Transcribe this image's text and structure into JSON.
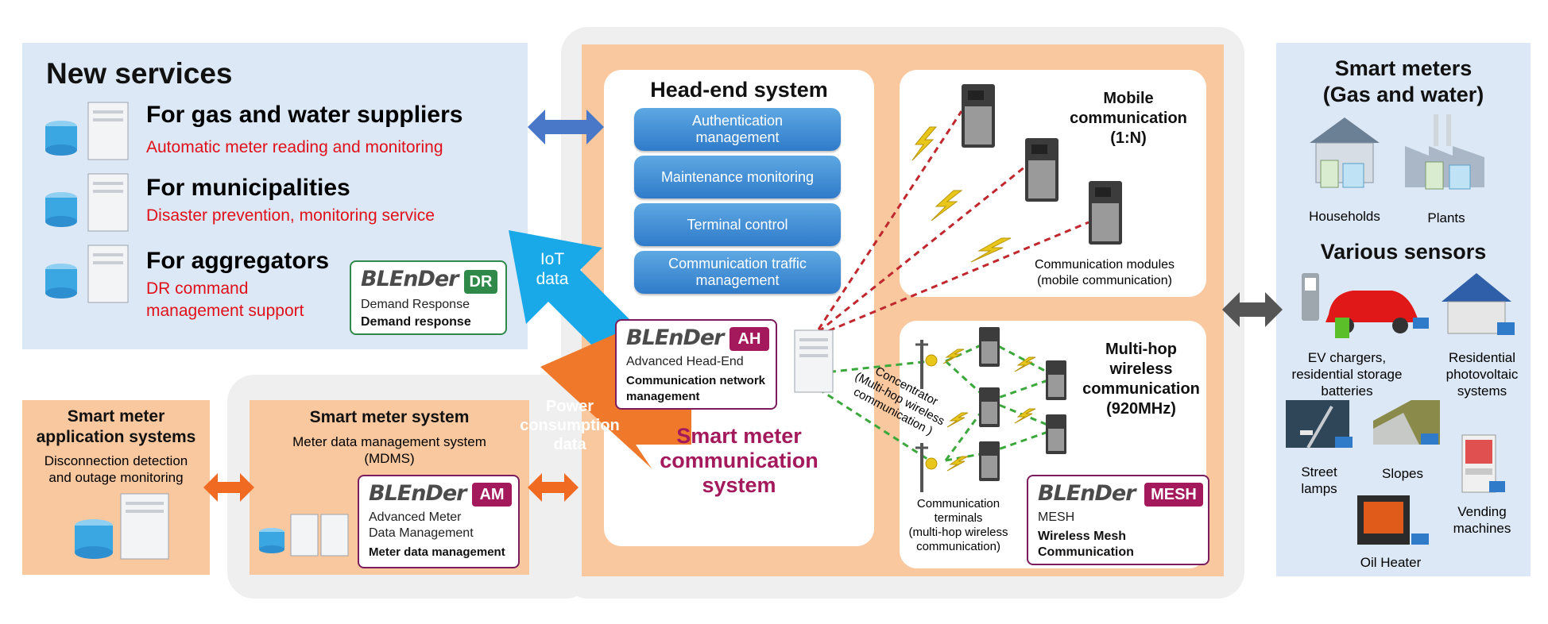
{
  "new_services": {
    "title": "New services",
    "items": [
      {
        "title": "For gas and water suppliers",
        "subtitle": "Automatic meter reading and monitoring"
      },
      {
        "title": "For municipalities",
        "subtitle": "Disaster prevention, monitoring service"
      },
      {
        "title": "For aggregators",
        "subtitle_line1": "DR command",
        "subtitle_line2": "management support"
      }
    ]
  },
  "blender": {
    "logo": "BLEnDer",
    "dr": {
      "tag": "DR",
      "line1": "Demand Response",
      "line2": "Demand response"
    },
    "ah": {
      "tag": "AH",
      "line1": "Advanced Head-End",
      "line2": "Communication network",
      "line3": "management"
    },
    "am": {
      "tag": "AM",
      "line1": "Advanced Meter",
      "line2": "Data Management",
      "line3": "Meter data management"
    },
    "mesh": {
      "tag": "MESH",
      "line1": "MESH",
      "line2": "Wireless Mesh",
      "line3": "Communication"
    }
  },
  "head_end": {
    "title": "Head-end system",
    "buttons": [
      {
        "line1": "Authentication",
        "line2": "management"
      },
      {
        "line1": "Maintenance monitoring",
        "line2": ""
      },
      {
        "line1": "Terminal control",
        "line2": ""
      },
      {
        "line1": "Communication traffic",
        "line2": "management"
      }
    ]
  },
  "iot": {
    "line1": "IoT",
    "line2": "data"
  },
  "power": {
    "line1": "Power",
    "line2": "consumption",
    "line3": "data"
  },
  "smc_system": {
    "line1": "Smart meter",
    "line2": "communication",
    "line3": "system"
  },
  "mobile": {
    "title_line1": "Mobile",
    "title_line2": "communication",
    "title_line3": "(1:N)",
    "modules_line1": "Communication modules",
    "modules_line2": "(mobile communication)"
  },
  "multihop": {
    "title_line1": "Multi-hop",
    "title_line2": "wireless",
    "title_line3": "communication",
    "title_line4": "(920MHz)",
    "concentrator_line1": "Concentrator",
    "concentrator_line2": "(Multi-hop wireless",
    "concentrator_line3": "communication )",
    "terminals_line1": "Communication",
    "terminals_line2": "terminals",
    "terminals_line3": "(multi-hop wireless",
    "terminals_line4": "communication)"
  },
  "app_systems": {
    "title_line1": "Smart meter",
    "title_line2": "application systems",
    "desc_line1": "Disconnection detection",
    "desc_line2": "and outage monitoring"
  },
  "sm_system": {
    "title": "Smart meter system",
    "desc_line1": "Meter data management system",
    "desc_line2": "(MDMS)"
  },
  "smart_meters": {
    "title_line1": "Smart meters",
    "title_line2": "(Gas and water)",
    "households": "Households",
    "plants": "Plants"
  },
  "sensors": {
    "title": "Various sensors",
    "ev_line1": "EV chargers,",
    "ev_line2": "residential storage",
    "ev_line3": "batteries",
    "pv_line1": "Residential",
    "pv_line2": "photovoltaic",
    "pv_line3": "systems",
    "street_line1": "Street",
    "street_line2": "lamps",
    "slopes": "Slopes",
    "vending_line1": "Vending",
    "vending_line2": "machines",
    "oil": "Oil Heater"
  },
  "colors": {
    "blue_panel": "#dce8f5",
    "peach": "#f9c89f",
    "magenta": "#a3195b",
    "red_text": "#e0101a",
    "green": "#2f8a4a"
  }
}
